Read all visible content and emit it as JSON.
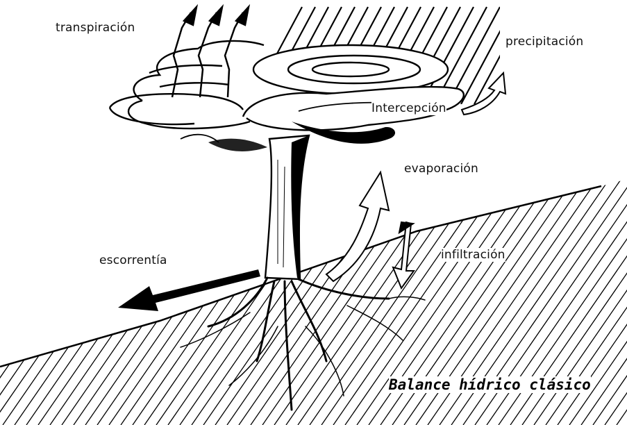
{
  "labels": {
    "transpiracion": "transpiración",
    "precipitacion": "precipitación",
    "intercepcion": "Intercepción",
    "evaporacion": "evaporación",
    "escorrentia": "escorrentía",
    "infiltracion": "infiltración"
  },
  "caption": "Balance hídrico clásico",
  "colors": {
    "ink": "#000000",
    "paper": "#ffffff"
  }
}
